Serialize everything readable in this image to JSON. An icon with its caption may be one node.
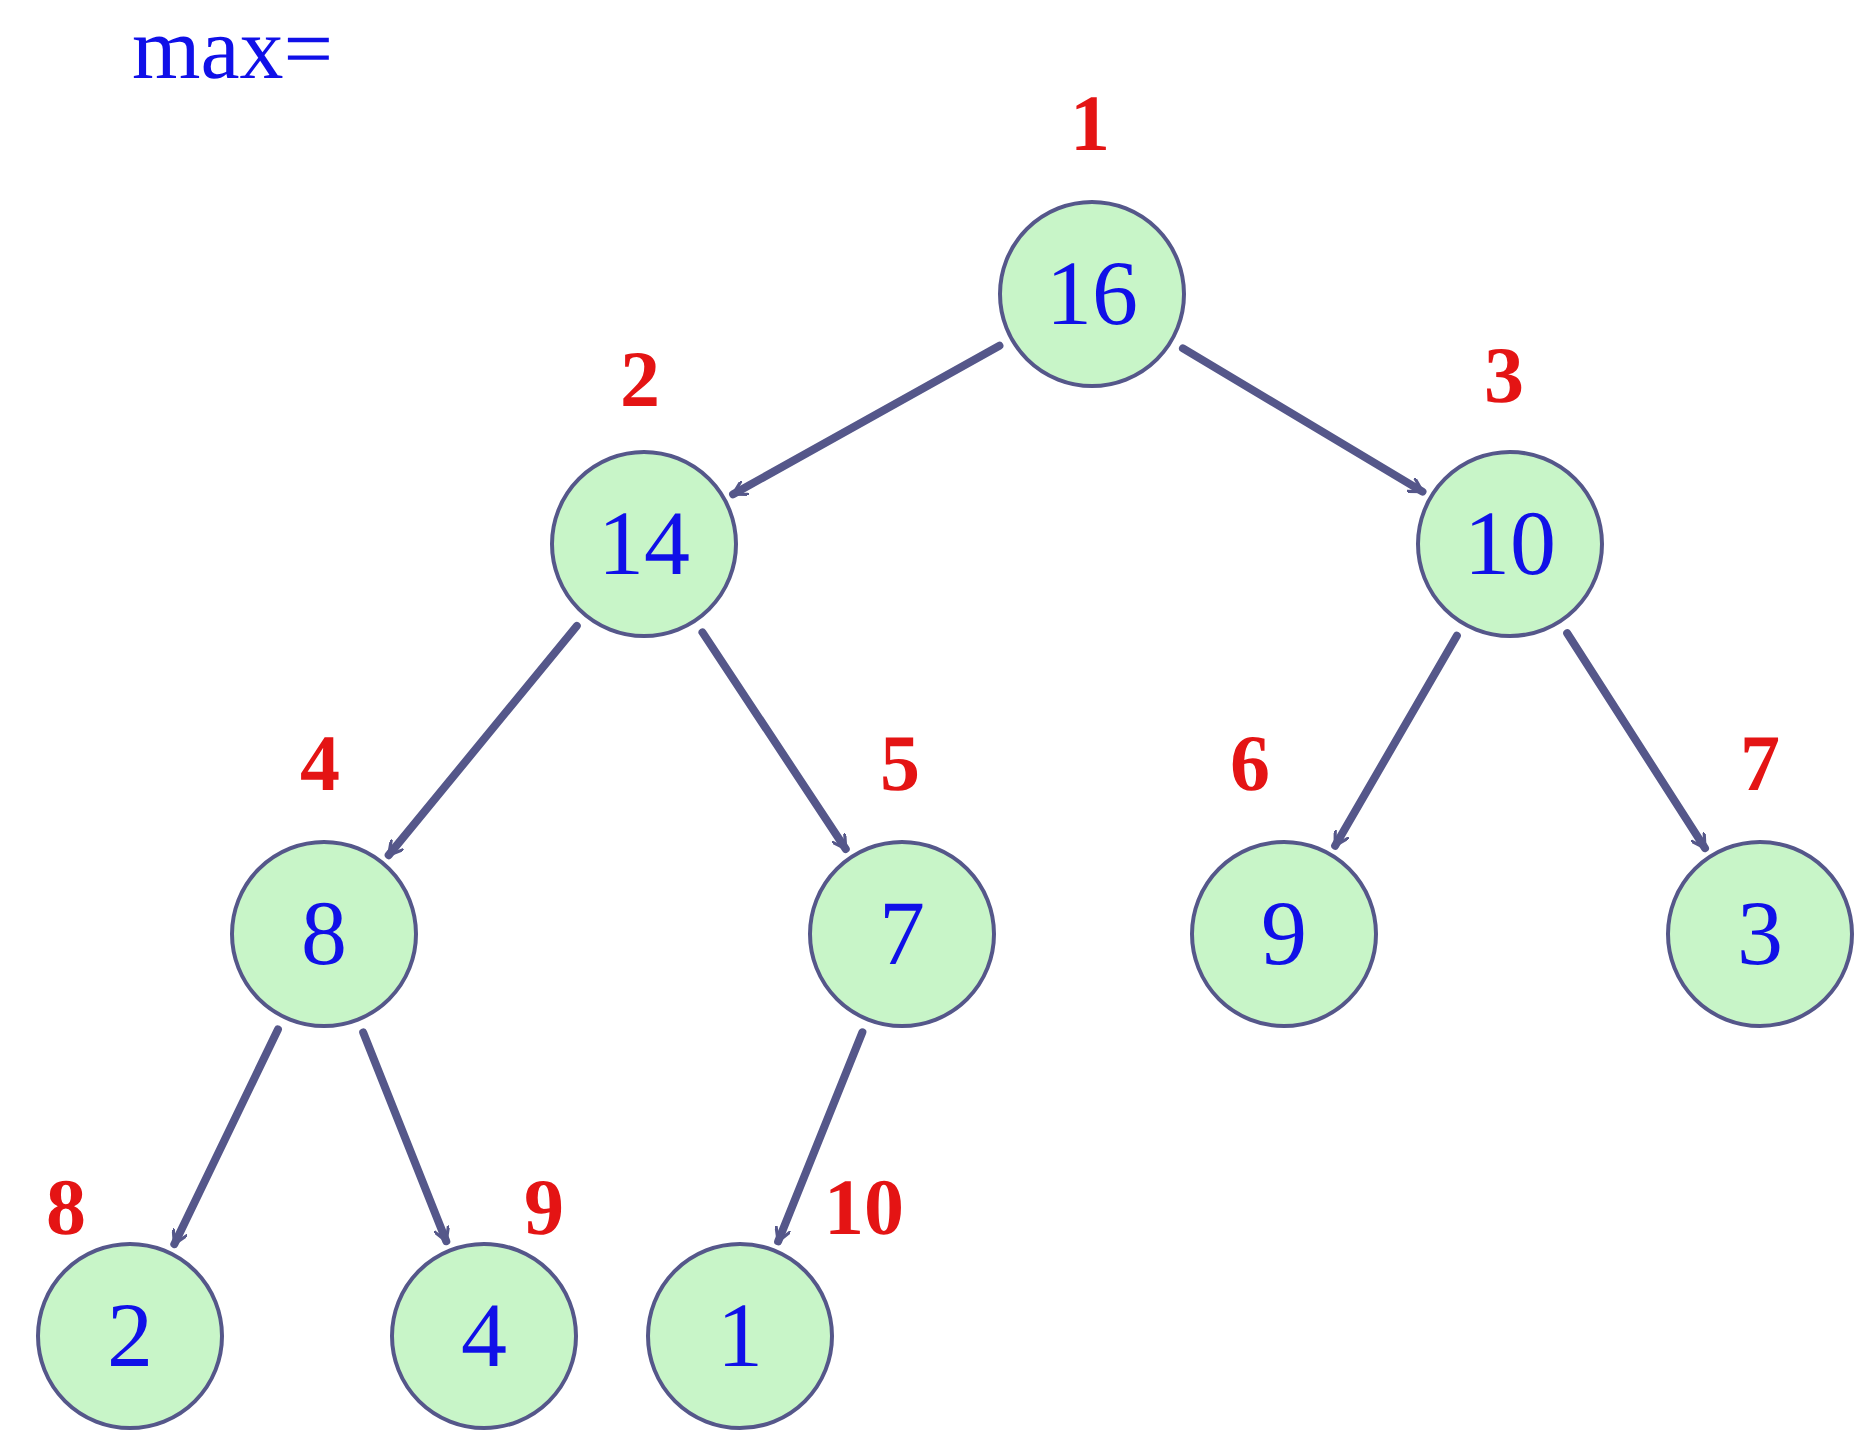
{
  "diagram": {
    "nodes": [
      {
        "text": [
          "16"
        ],
        "beside": [
          "1"
        ]
      },
      {
        "text": [
          "14"
        ],
        "beside": [
          "2"
        ]
      },
      {
        "text": [
          "10"
        ],
        "beside": [
          "3"
        ]
      },
      {
        "text": [
          "8"
        ],
        "beside": [
          "4"
        ]
      },
      {
        "text": [
          "7"
        ],
        "beside": [
          "5"
        ]
      },
      {
        "text": [
          "9"
        ],
        "beside": [
          "6"
        ]
      },
      {
        "text": [
          "3"
        ],
        "beside": [
          "7"
        ]
      },
      {
        "text": [
          "2"
        ],
        "beside": [
          "8"
        ]
      },
      {
        "text": [
          "4"
        ],
        "beside": [
          "9"
        ]
      },
      {
        "text": [
          "1"
        ],
        "beside": [
          "10"
        ]
      }
    ],
    "edges": [
      {
        "from": 0,
        "to": 1,
        "arrow": "to"
      },
      {
        "from": 0,
        "to": 2,
        "arrow": "to"
      },
      {
        "from": 1,
        "to": 3,
        "arrow": "to"
      },
      {
        "from": 1,
        "to": 4,
        "arrow": "to"
      },
      {
        "from": 2,
        "to": 5,
        "arrow": "to"
      },
      {
        "from": 2,
        "to": 6,
        "arrow": "to"
      },
      {
        "from": 3,
        "to": 7,
        "arrow": "to"
      },
      {
        "from": 3,
        "to": 8,
        "arrow": "to"
      },
      {
        "from": 4,
        "to": 9,
        "arrow": "to"
      }
    ],
    "labels": [
      "max="
    ]
  }
}
